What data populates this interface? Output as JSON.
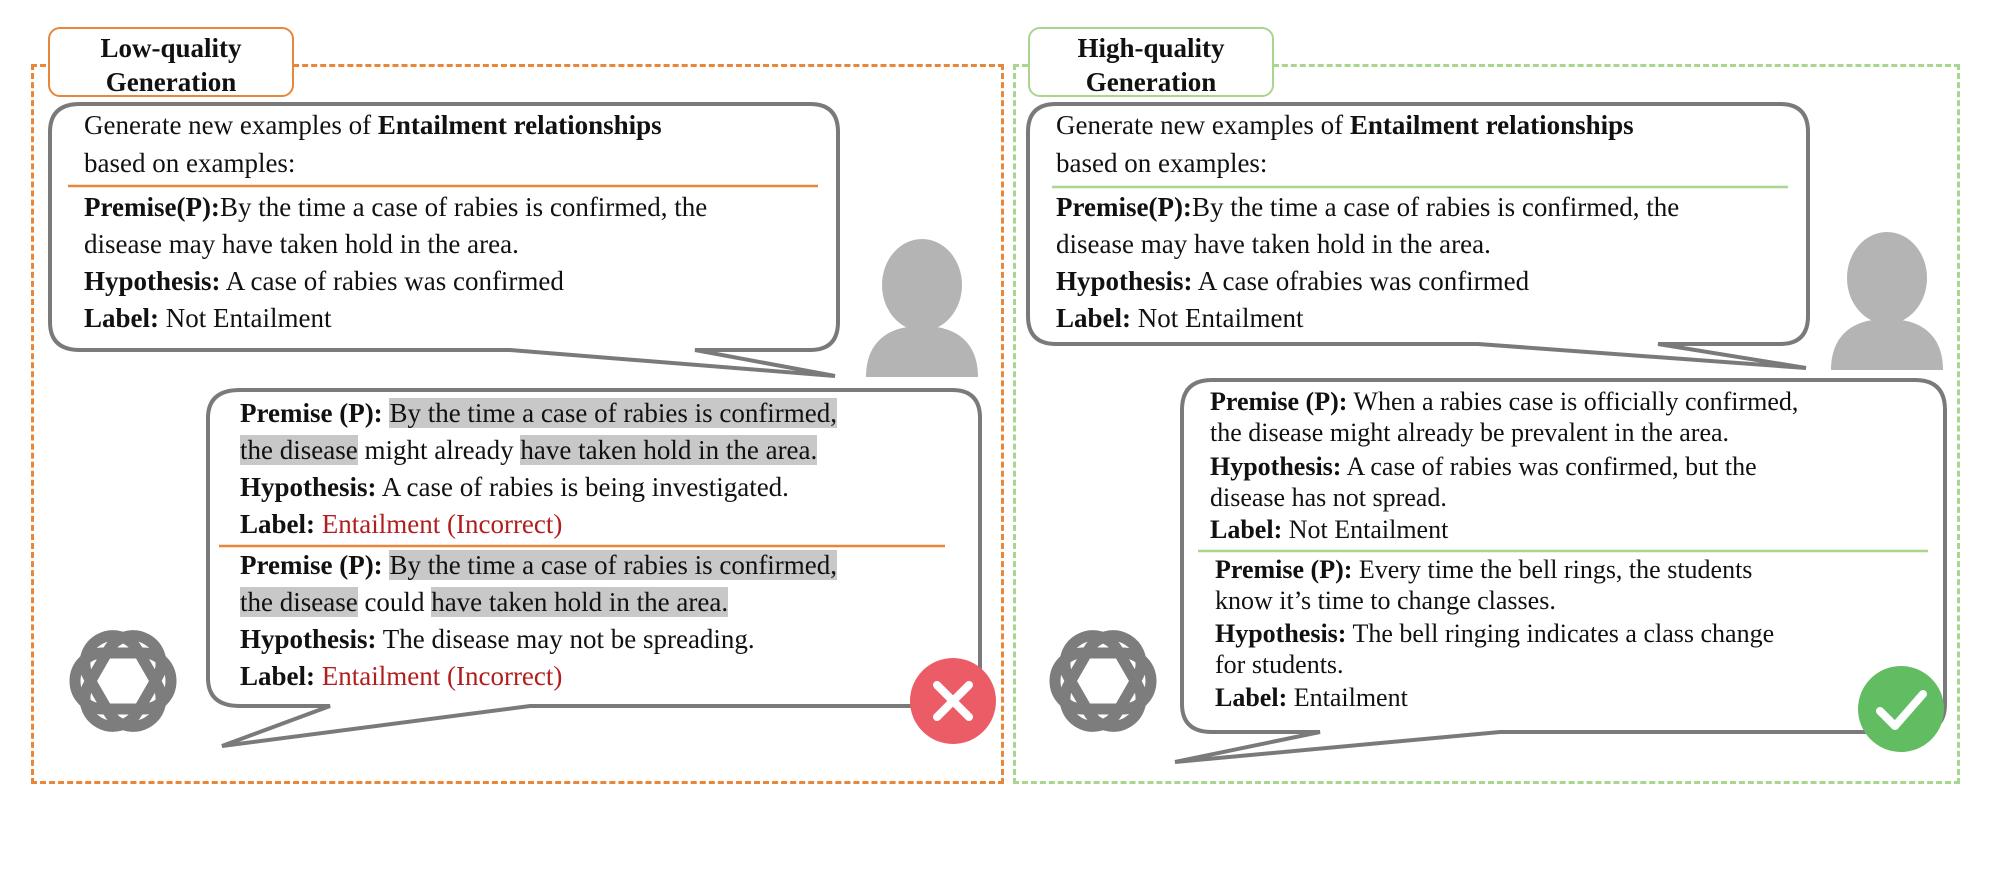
{
  "left": {
    "title_line1": "Low-quality",
    "title_line2": "Generation",
    "prompt": {
      "intro_prefix": "Generate new examples of ",
      "intro_bold": "Entailment relationships",
      "intro_line2": "based on examples:",
      "premise_label": "Premise(P):",
      "premise_line1": "By the time a case of rabies is confirmed, the",
      "premise_line2": "disease may have taken hold in the area.",
      "hypothesis_label": "Hypothesis:",
      "hypothesis_text": " A case of rabies was confirmed",
      "label_label": "Label:",
      "label_text": " Not Entailment"
    },
    "gen1": {
      "premise_label": "Premise (P):",
      "l1_hl": "By the time a case of rabies is confirmed,",
      "l2_hl_a": "the disease",
      "l2_plain": " might already ",
      "l2_hl_b": "have taken hold in the area.",
      "hypothesis_label": "Hypothesis:",
      "hypothesis_text": " A case of rabies is being investigated.",
      "label_label": "Label:",
      "label_text": " Entailment (Incorrect)"
    },
    "gen2": {
      "premise_label": "Premise (P):",
      "l1_hl": "By the time a case of rabies is confirmed,",
      "l2_hl_a": "the disease",
      "l2_plain": " could ",
      "l2_hl_b": "have taken hold in the area.",
      "hypothesis_label": "Hypothesis:",
      "hypothesis_text": " The disease may not be spreading.",
      "label_label": "Label:",
      "label_text": " Entailment (Incorrect)"
    }
  },
  "right": {
    "title_line1": "High-quality",
    "title_line2": "Generation",
    "prompt": {
      "intro_prefix": "Generate new examples of ",
      "intro_bold": "Entailment relationships",
      "intro_line2": "based on examples:",
      "premise_label": "Premise(P):",
      "premise_line1": "By the time a case of rabies is confirmed, the",
      "premise_line2": "disease may have taken hold in the area.",
      "hypothesis_label": "Hypothesis:",
      "hypothesis_text": " A case ofrabies was confirmed",
      "label_label": "Label:",
      "label_text": " Not Entailment"
    },
    "gen1": {
      "premise_label": "Premise (P):",
      "premise_line1": " When a rabies case is officially confirmed,",
      "premise_line2": "the disease might already be prevalent in the area.",
      "hypothesis_label": "Hypothesis:",
      "hypothesis_line1": " A case of rabies was confirmed, but the",
      "hypothesis_line2": "disease has not spread.",
      "label_label": "Label:",
      "label_text": " Not Entailment"
    },
    "gen2": {
      "premise_label": "Premise (P):",
      "premise_line1": " Every time the bell rings, the students",
      "premise_line2": "know it’s time to change classes.",
      "hypothesis_label": "Hypothesis:",
      "hypothesis_line1": " The bell ringing indicates a class change",
      "hypothesis_line2": "for students.",
      "label_label": "Label:",
      "label_text": " Entailment"
    }
  },
  "colors": {
    "low_accent": "#e8873a",
    "high_accent": "#a9d58e",
    "bubble_border": "#7a7a7a",
    "highlight": "#c8c8c8",
    "incorrect_text": "#b01e1e",
    "cross_badge": "#ec5c66",
    "check_badge": "#62bd62",
    "icon_gray": "#b4b4b4"
  },
  "icons": {
    "user": "user-icon",
    "ai": "openai-logo-icon",
    "cross": "cross-icon",
    "check": "check-icon"
  }
}
